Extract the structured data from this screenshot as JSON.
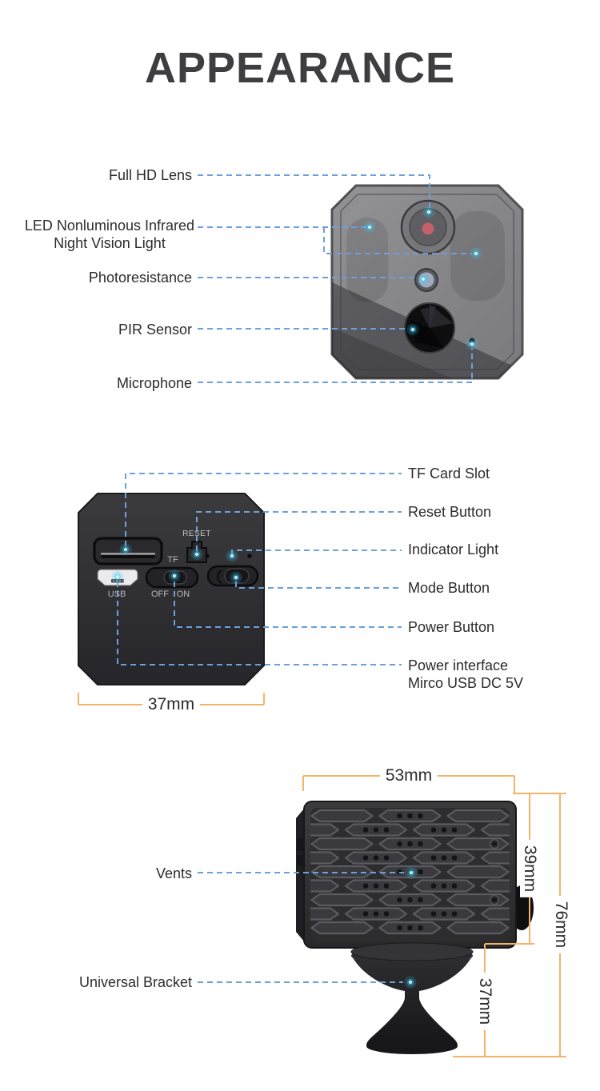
{
  "title": "APPEARANCE",
  "front": {
    "label_lens": "Full HD Lens",
    "label_led_1": "LED Nonluminous Infrared",
    "label_led_2": "Night Vision Light",
    "label_photoresistance": "Photoresistance",
    "label_pir": "PIR Sensor",
    "label_microphone": "Microphone"
  },
  "bottom": {
    "label_tf": "TF Card Slot",
    "label_reset": "Reset Button",
    "label_indicator": "Indicator Light",
    "label_mode": "Mode Button",
    "label_power": "Power Button",
    "label_interface_1": "Power interface",
    "label_interface_2": "Mirco USB DC 5V",
    "device": {
      "reset": "RESET",
      "tf": "TF",
      "usb": "USB",
      "off": "OFF",
      "on": "ON"
    },
    "dim_width": "37mm"
  },
  "back": {
    "label_vents": "Vents",
    "label_bracket": "Universal Bracket",
    "dim_width": "53mm",
    "dim_body_height": "39mm",
    "dim_total_height": "76mm",
    "dim_bracket_height": "37mm"
  },
  "colors": {
    "leader_line": "#6ca0da",
    "dimension_line": "#f3b469",
    "glow_dot": "#38cdf4",
    "label_text": "#2c2c2e",
    "title_text": "#3e3e40"
  }
}
